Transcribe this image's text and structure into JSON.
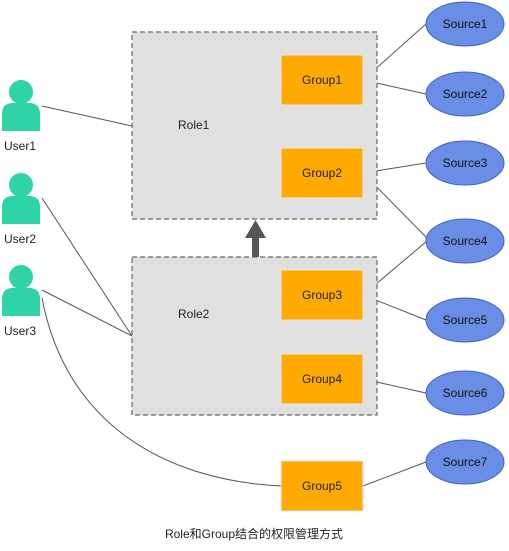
{
  "users": [
    {
      "label": "User1"
    },
    {
      "label": "User2"
    },
    {
      "label": "User3"
    }
  ],
  "roles": [
    {
      "label": "Role1"
    },
    {
      "label": "Role2"
    }
  ],
  "groups": [
    {
      "label": "Group1"
    },
    {
      "label": "Group2"
    },
    {
      "label": "Group3"
    },
    {
      "label": "Group4"
    },
    {
      "label": "Group5"
    }
  ],
  "sources": [
    {
      "label": "Source1"
    },
    {
      "label": "Source2"
    },
    {
      "label": "Source3"
    },
    {
      "label": "Source4"
    },
    {
      "label": "Source5"
    },
    {
      "label": "Source6"
    },
    {
      "label": "Source7"
    }
  ],
  "caption": "Role和Group结合的权限管理方式",
  "colors": {
    "user": "#2ed3a8",
    "role_fill": "#e0e0e0",
    "group_fill": "#ffaa00",
    "source_fill": "#6a8ee6",
    "arrow": "#555555"
  }
}
